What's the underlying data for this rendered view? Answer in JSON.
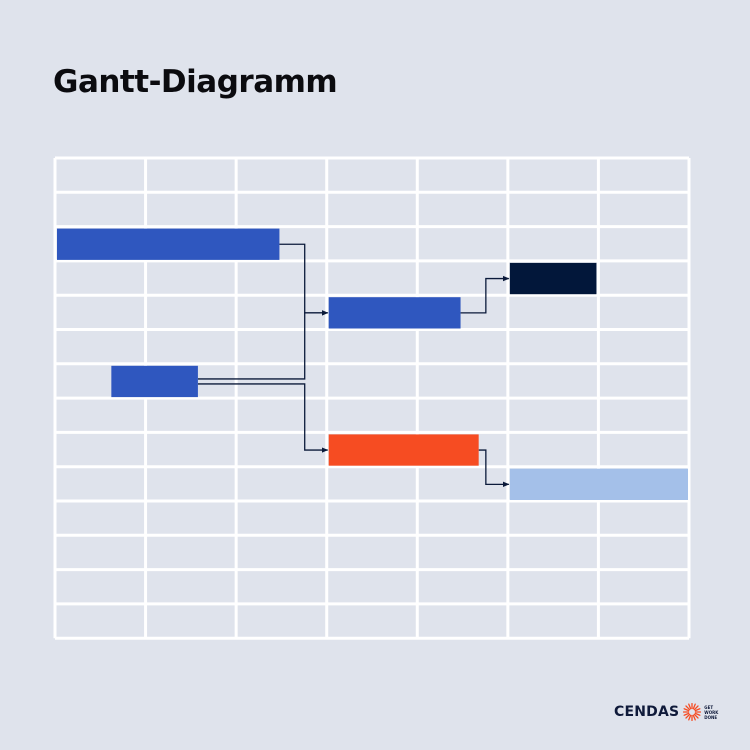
{
  "title": "Gantt-Diagramm",
  "colors": {
    "background": "#dfe3ec",
    "grid_line": "#ffffff",
    "blue": "#2f57bf",
    "navy": "#02173a",
    "orange": "#f64c22",
    "light_blue": "#a4c0e9",
    "connector": "#0b1a3a"
  },
  "chart_data": {
    "type": "gantt",
    "columns": 7,
    "rows": 14,
    "tasks": [
      {
        "id": "task-1",
        "row": 2,
        "start": 0.0,
        "end": 2.5,
        "color": "blue"
      },
      {
        "id": "task-2",
        "row": 4,
        "start": 3.0,
        "end": 4.5,
        "color": "blue"
      },
      {
        "id": "task-3",
        "row": 3,
        "start": 5.0,
        "end": 6.0,
        "color": "navy"
      },
      {
        "id": "task-4",
        "row": 6,
        "start": 0.6,
        "end": 1.6,
        "color": "blue"
      },
      {
        "id": "task-5",
        "row": 8,
        "start": 3.0,
        "end": 4.7,
        "color": "orange"
      },
      {
        "id": "task-6",
        "row": 9,
        "start": 5.0,
        "end": 7.0,
        "color": "light_blue"
      }
    ],
    "dependencies": [
      {
        "from": "task-1",
        "to": "task-2"
      },
      {
        "from": "task-4",
        "to": "task-2"
      },
      {
        "from": "task-4",
        "to": "task-5"
      },
      {
        "from": "task-2",
        "to": "task-3"
      },
      {
        "from": "task-5",
        "to": "task-6"
      }
    ]
  },
  "logo": {
    "name": "CENDAS",
    "tagline": [
      "GET",
      "WORK",
      "DONE"
    ]
  }
}
